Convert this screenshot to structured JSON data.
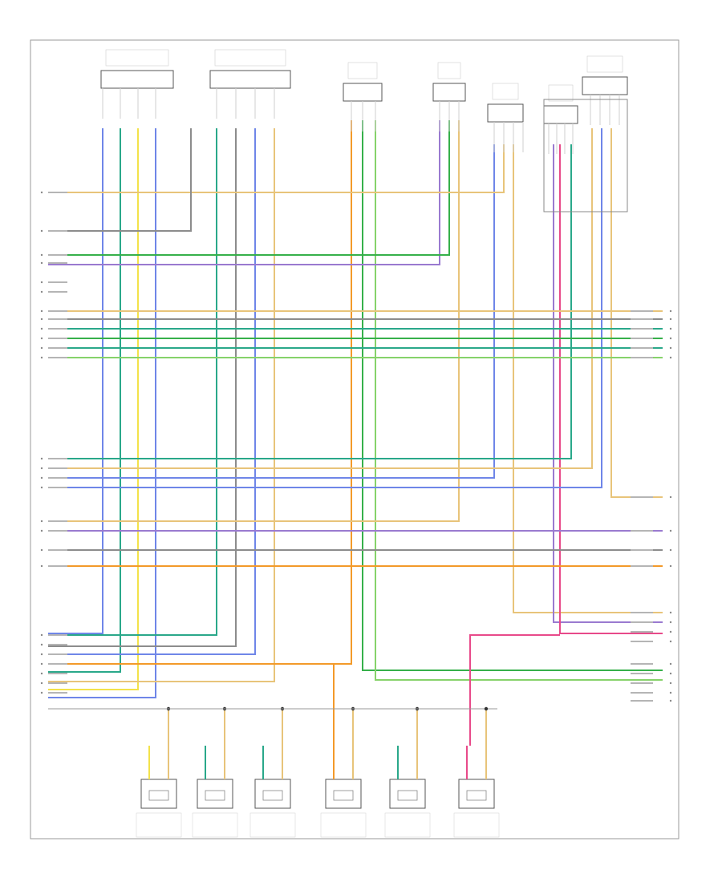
{
  "diagram": {
    "footer_code": "",
    "splice_label": "",
    "inline_connector_label": ""
  },
  "wire_colors": {
    "blue": "#6f86e8",
    "teal": "#2aa88a",
    "green": "#36b04a",
    "lightgreen": "#86d26a",
    "yellow": "#f3e24a",
    "orange": "#f39a2a",
    "tan": "#e8c47a",
    "gray": "#8c8c8c",
    "brown": "#8a6a4a",
    "violet": "#9a7ad0",
    "pink": "#e84a8a",
    "black": "#333333"
  },
  "top_components": [
    {
      "id": "comp-a",
      "label": ""
    },
    {
      "id": "comp-b",
      "label": ""
    },
    {
      "id": "comp-c",
      "label": ""
    },
    {
      "id": "comp-d",
      "label": ""
    },
    {
      "id": "comp-e",
      "label": ""
    },
    {
      "id": "comp-f",
      "label": ""
    },
    {
      "id": "comp-g",
      "label": ""
    }
  ],
  "bottom_components": [
    {
      "id": "sensor-1",
      "label": ""
    },
    {
      "id": "sensor-2",
      "label": ""
    },
    {
      "id": "sensor-3",
      "label": ""
    },
    {
      "id": "sensor-4",
      "label": ""
    },
    {
      "id": "sensor-5",
      "label": ""
    },
    {
      "id": "sensor-6",
      "label": ""
    }
  ]
}
